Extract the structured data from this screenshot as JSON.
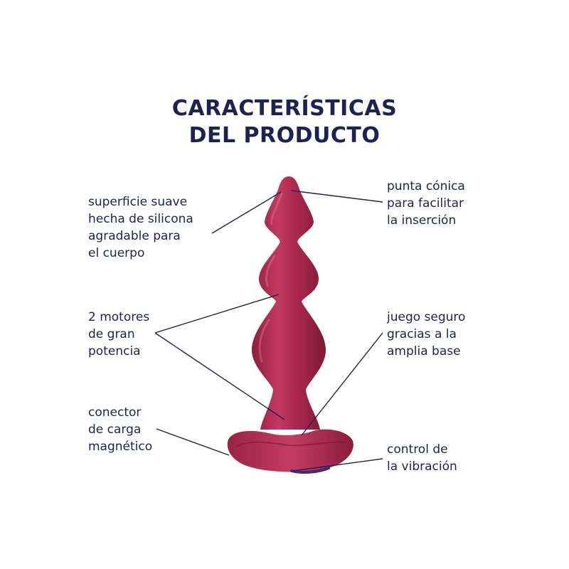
{
  "title": {
    "line1": "CARACTERÍSTICAS",
    "line2": "DEL PRODUCTO"
  },
  "callouts": {
    "surface": [
      "superficie suave",
      "hecha de silicona",
      "agradable para",
      "el cuerpo"
    ],
    "motors": [
      "2 motores",
      "de gran",
      "potencia"
    ],
    "connector": [
      "conector",
      "de carga",
      "magnético"
    ],
    "tip": [
      "punta cónica",
      "para facilitar",
      "la inserción"
    ],
    "base": [
      "juego seguro",
      "gracias a la",
      "amplia base"
    ],
    "vibration": [
      "control de",
      "la vibración"
    ]
  },
  "colors": {
    "text": "#1f2250",
    "product": "#b02a52",
    "product_highlight": "#d0486c",
    "product_shadow": "#7e1836",
    "leader_line": "#1f2250",
    "button": "#3d2a7a"
  }
}
